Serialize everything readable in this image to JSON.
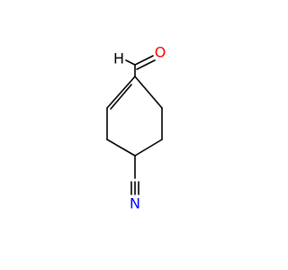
{
  "molecule": {
    "atoms": [
      {
        "id": "h",
        "label": "H",
        "color": "#000000"
      },
      {
        "id": "o",
        "label": "O",
        "color": "#ff0000"
      },
      {
        "id": "n",
        "label": "N",
        "color": "#0000ff"
      }
    ]
  }
}
